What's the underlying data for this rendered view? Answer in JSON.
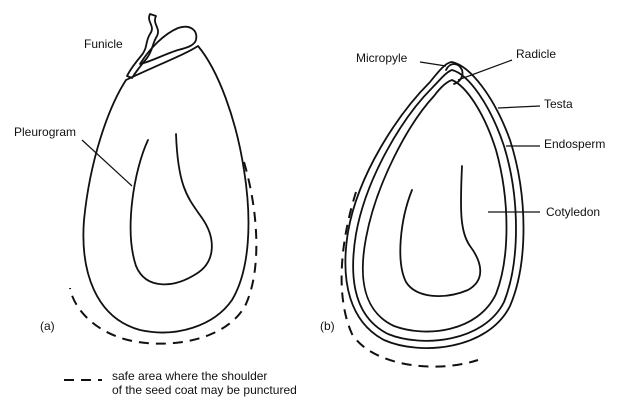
{
  "figure_a": {
    "panel_label": "(a)",
    "labels": {
      "funicle": "Funicle",
      "pleurogram": "Pleurogram"
    }
  },
  "figure_b": {
    "panel_label": "(b)",
    "labels": {
      "micropyle": "Micropyle",
      "radicle": "Radicle",
      "testa": "Testa",
      "endosperm": "Endosperm",
      "cotyledon": "Cotyledon"
    }
  },
  "legend": {
    "line1": "safe area where the shoulder",
    "line2": "of the seed coat may be punctured"
  }
}
